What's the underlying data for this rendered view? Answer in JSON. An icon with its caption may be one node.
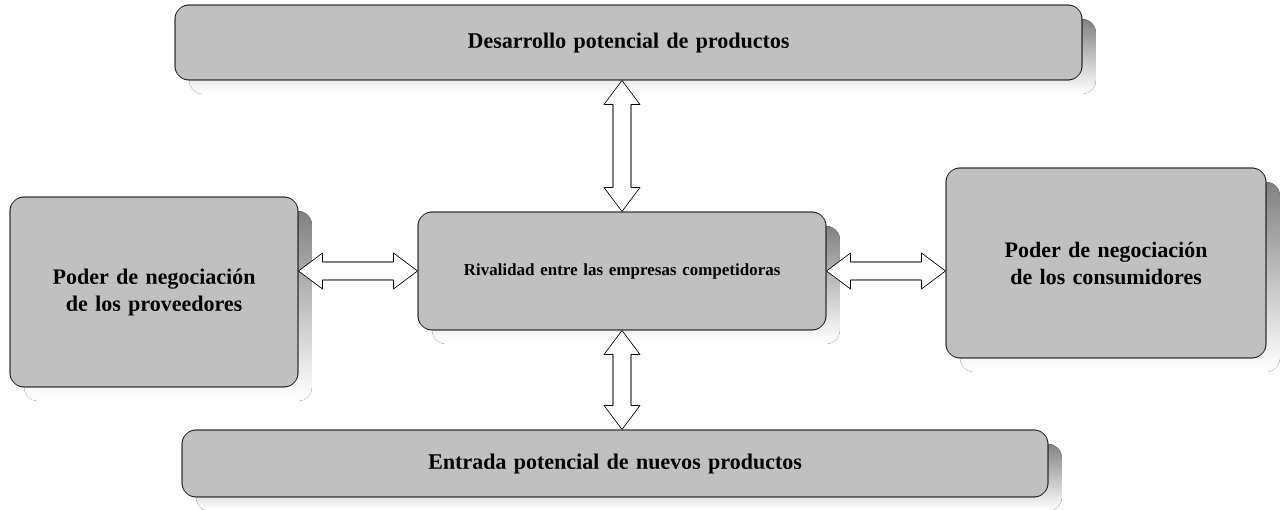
{
  "diagram": {
    "nodes": [
      {
        "text": [
          "Desarrollo potencial de productos"
        ]
      },
      {
        "text": [
          "Poder de negociación de los proveedores"
        ]
      },
      {
        "text": [
          "Rivalidad entre las empresas competidoras"
        ]
      },
      {
        "text": [
          "Poder de negociación de los consumidores"
        ]
      },
      {
        "text": [
          "Entrada potencial de nuevos productos"
        ]
      }
    ],
    "edges": [
      {
        "from": 0,
        "to": 2,
        "arrow": "both"
      },
      {
        "from": 1,
        "to": 2,
        "arrow": "both"
      },
      {
        "from": 2,
        "to": 3,
        "arrow": "both"
      },
      {
        "from": 2,
        "to": 4,
        "arrow": "both"
      }
    ]
  }
}
